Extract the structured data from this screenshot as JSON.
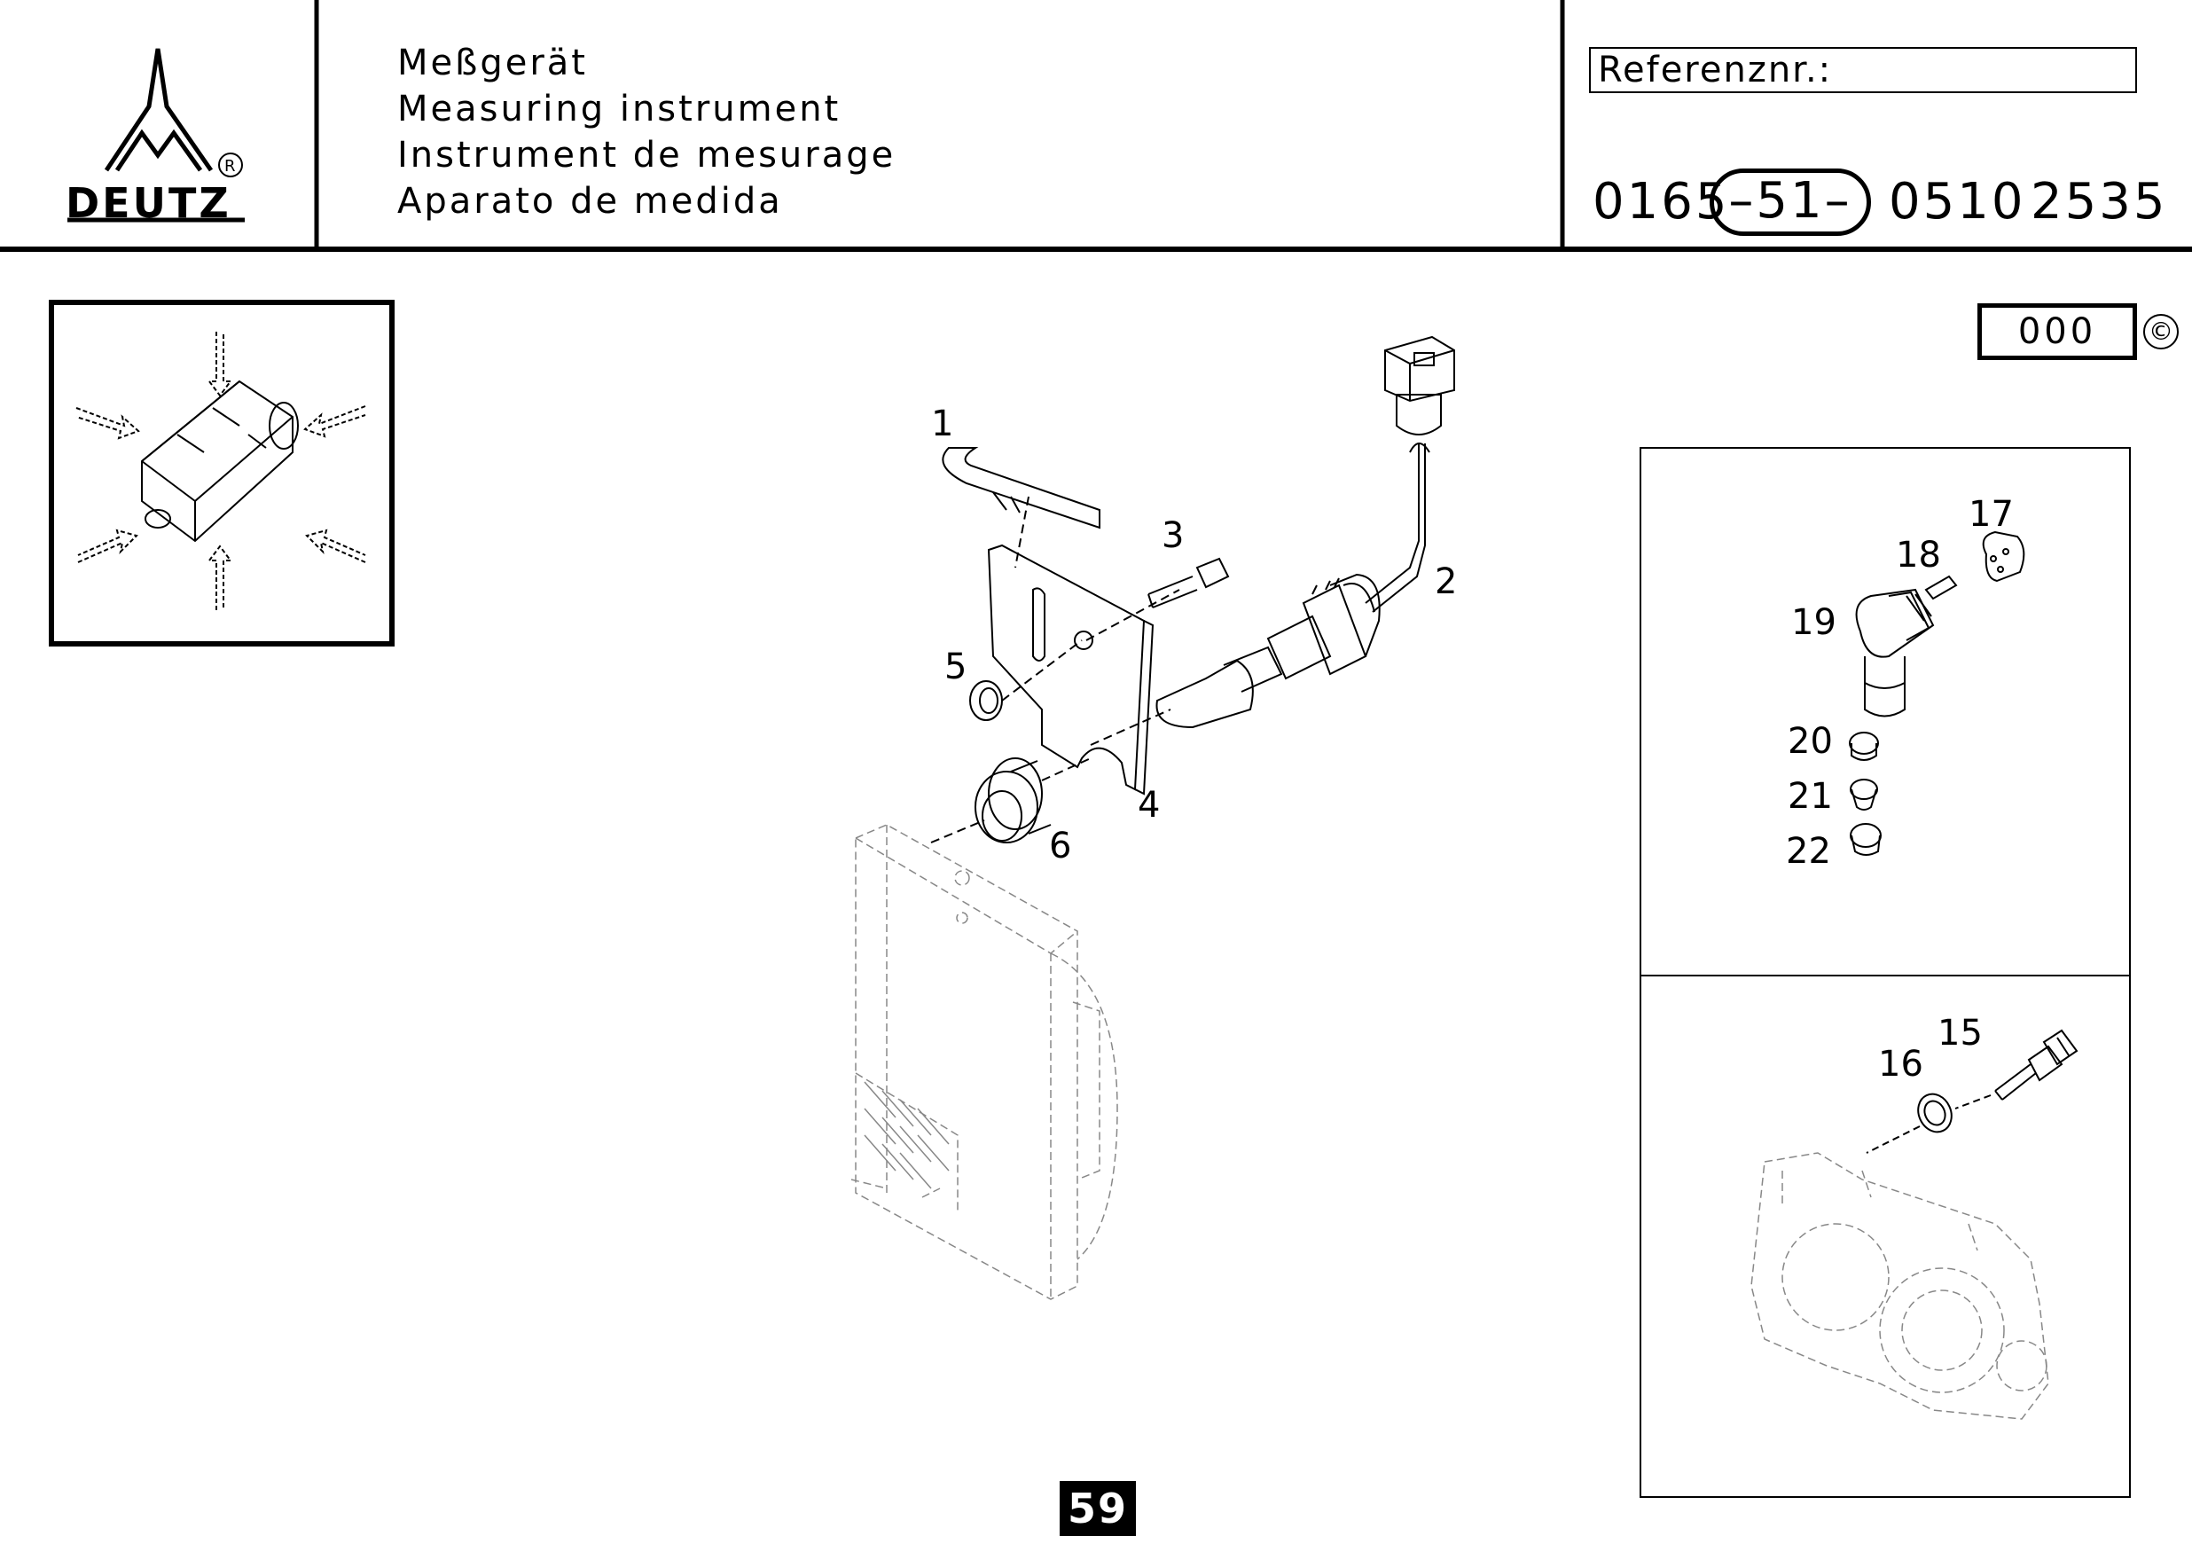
{
  "header": {
    "brand": "DEUTZ",
    "titles": [
      "Meßgerät",
      "Measuring instrument",
      "Instrument de mesurage",
      "Aparato de medida"
    ],
    "reference_label": "Referenznr.:",
    "part_number": {
      "prefix": "0165",
      "group": "–51–",
      "middle": "0510",
      "suffix": "2535"
    }
  },
  "version_box": "000",
  "copyright_symbol": "©",
  "callouts": [
    "1",
    "2",
    "3",
    "4",
    "5",
    "6",
    "15",
    "16",
    "17",
    "18",
    "19",
    "20",
    "21",
    "22"
  ],
  "page_number": "59"
}
